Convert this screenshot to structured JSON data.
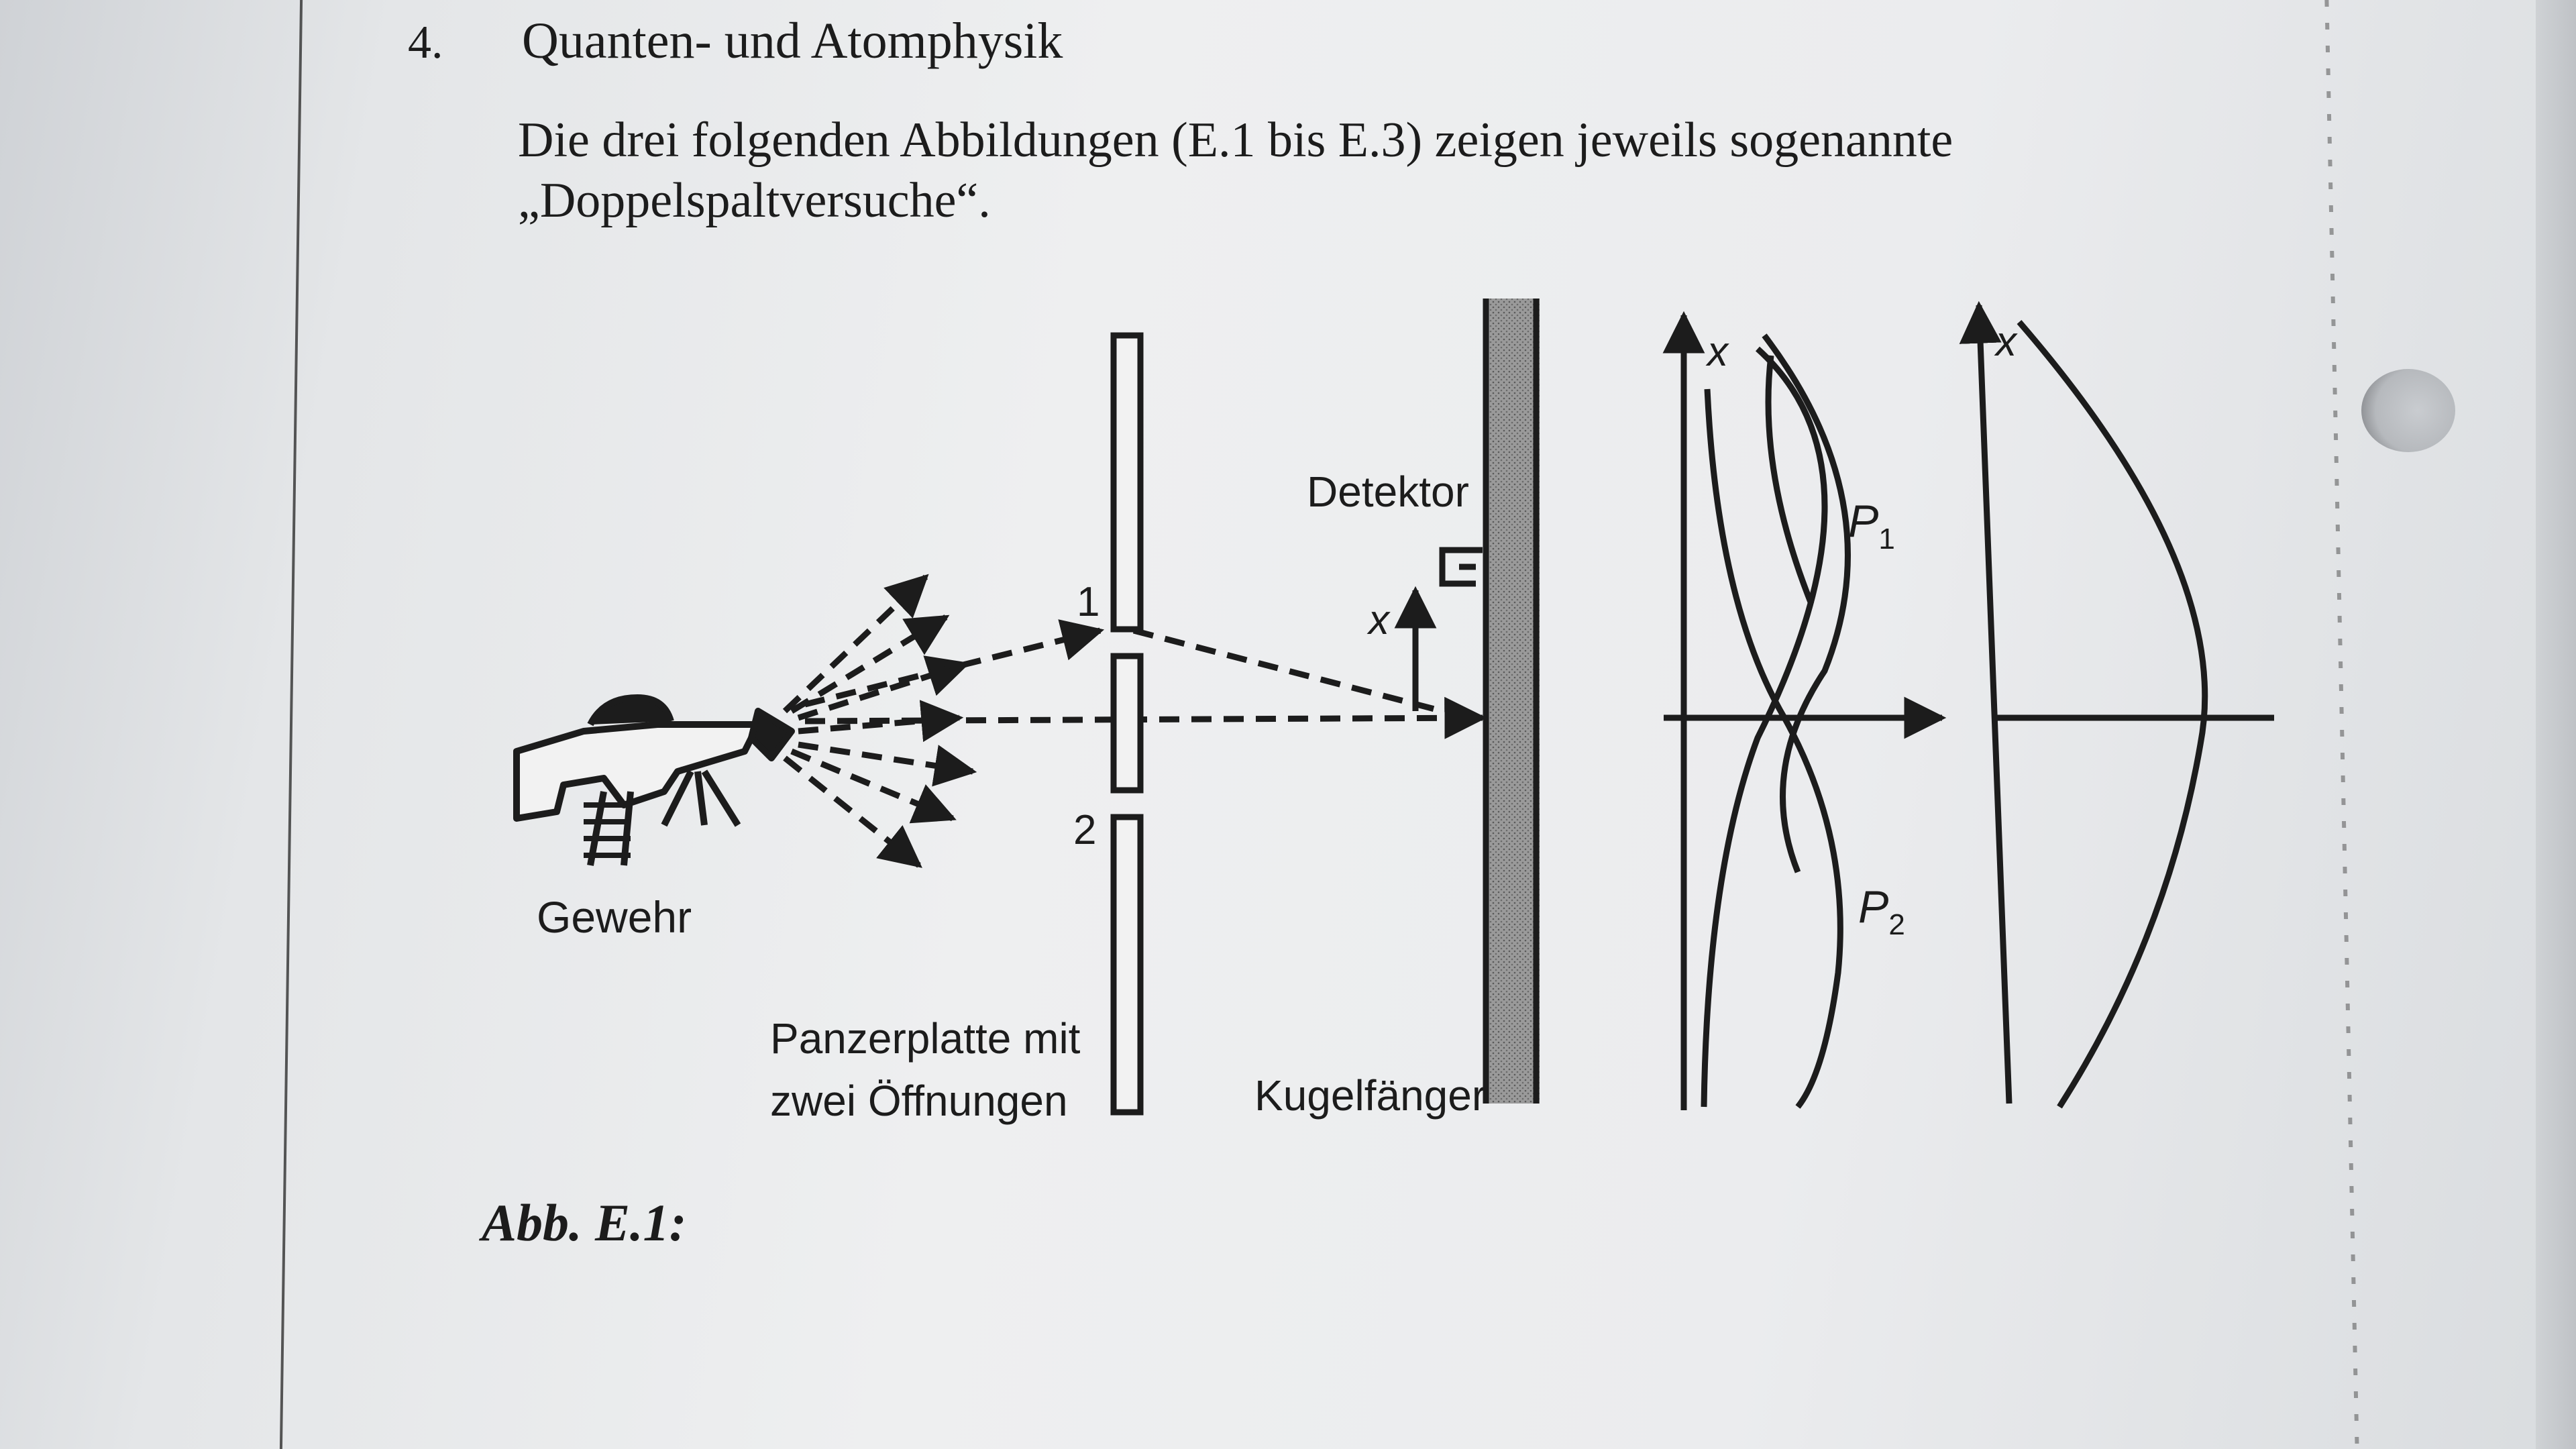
{
  "section": {
    "number": "4.",
    "title": "Quanten- und Atomphysik"
  },
  "intro": {
    "line1": "Die drei folgenden Abbildungen (E.1 bis E.3) zeigen jeweils sogenannte",
    "line2": "„Doppelspaltversuche“."
  },
  "figure": {
    "labels": {
      "gun": "Gewehr",
      "plate_line1": "Panzerplatte mit",
      "plate_line2": "zwei Öffnungen",
      "catcher": "Kugelfänger",
      "detector": "Detektor",
      "slit1": "1",
      "slit2": "2",
      "x_detector": "x",
      "x_graph1": "x",
      "x_graph2": "x",
      "p1": "P",
      "p1_sub": "1",
      "p2": "P",
      "p2_sub": "2"
    },
    "caption": "Abb. E.1:"
  }
}
